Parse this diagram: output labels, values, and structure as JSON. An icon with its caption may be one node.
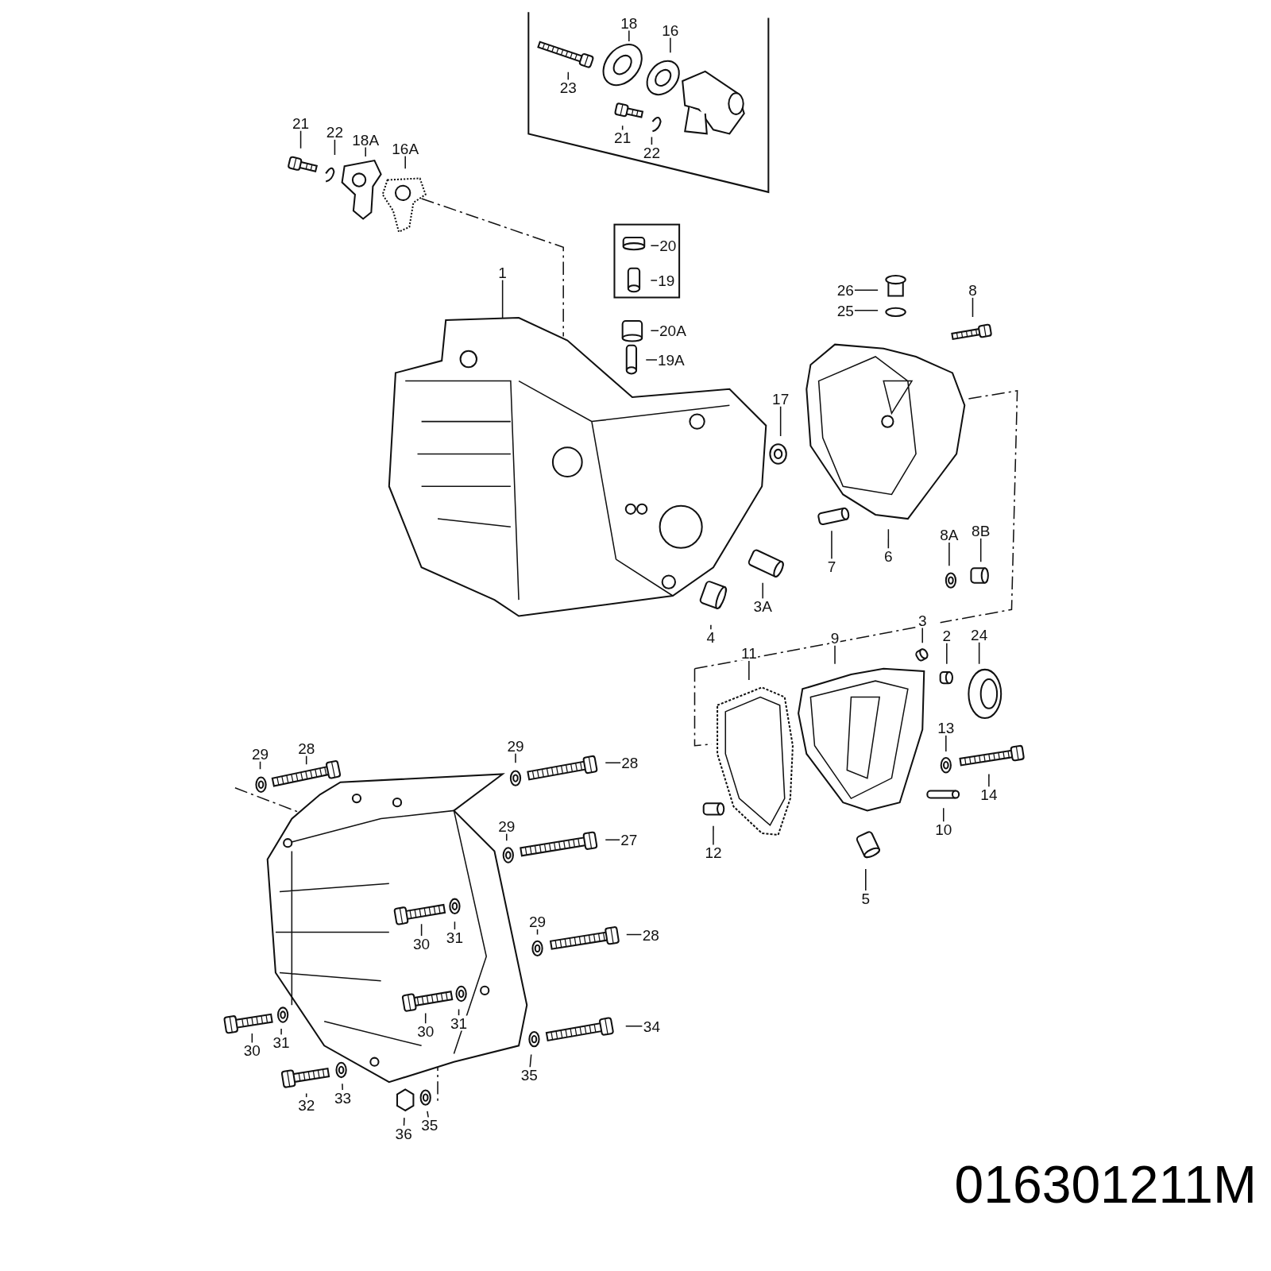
{
  "diagram": {
    "nodes": [
      {
        "text": [
          "18"
        ]
      },
      {
        "text": [
          "16"
        ]
      },
      {
        "text": [
          "23"
        ]
      },
      {
        "text": [
          "21"
        ]
      },
      {
        "text": [
          "22"
        ]
      },
      {
        "text": [
          "21"
        ]
      },
      {
        "text": [
          "22"
        ]
      },
      {
        "text": [
          "18A"
        ]
      },
      {
        "text": [
          "16A"
        ]
      },
      {
        "text": [
          "20"
        ]
      },
      {
        "text": [
          "19"
        ]
      },
      {
        "text": [
          "1"
        ]
      },
      {
        "text": [
          "20A"
        ]
      },
      {
        "text": [
          "19A"
        ]
      },
      {
        "text": [
          "26"
        ]
      },
      {
        "text": [
          "25"
        ]
      },
      {
        "text": [
          "8"
        ]
      },
      {
        "text": [
          "17"
        ]
      },
      {
        "text": [
          "7"
        ]
      },
      {
        "text": [
          "6"
        ]
      },
      {
        "text": [
          "8A"
        ]
      },
      {
        "text": [
          "8B"
        ]
      },
      {
        "text": [
          "3A"
        ]
      },
      {
        "text": [
          "4"
        ]
      },
      {
        "text": [
          "3"
        ]
      },
      {
        "text": [
          "2"
        ]
      },
      {
        "text": [
          "24"
        ]
      },
      {
        "text": [
          "11"
        ]
      },
      {
        "text": [
          "9"
        ]
      },
      {
        "text": [
          "13"
        ]
      },
      {
        "text": [
          "14"
        ]
      },
      {
        "text": [
          "10"
        ]
      },
      {
        "text": [
          "12"
        ]
      },
      {
        "text": [
          "5"
        ]
      },
      {
        "text": [
          "29"
        ]
      },
      {
        "text": [
          "28"
        ]
      },
      {
        "text": [
          "29"
        ]
      },
      {
        "text": [
          "28"
        ]
      },
      {
        "text": [
          "29"
        ]
      },
      {
        "text": [
          "27"
        ]
      },
      {
        "text": [
          "30"
        ]
      },
      {
        "text": [
          "31"
        ]
      },
      {
        "text": [
          "29"
        ]
      },
      {
        "text": [
          "28"
        ]
      },
      {
        "text": [
          "30"
        ]
      },
      {
        "text": [
          "31"
        ]
      },
      {
        "text": [
          "30"
        ]
      },
      {
        "text": [
          "31"
        ]
      },
      {
        "text": [
          "34"
        ]
      },
      {
        "text": [
          "35"
        ]
      },
      {
        "text": [
          "32"
        ]
      },
      {
        "text": [
          "33"
        ]
      },
      {
        "text": [
          "36"
        ]
      },
      {
        "text": [
          "35"
        ]
      }
    ],
    "edges": [
      {
        "from": 0,
        "to": null,
        "arrow": "none"
      },
      {
        "from": 1,
        "to": null,
        "arrow": "none"
      },
      {
        "from": 2,
        "to": null,
        "arrow": "none"
      },
      {
        "from": 3,
        "to": null,
        "arrow": "none"
      },
      {
        "from": 4,
        "to": null,
        "arrow": "none"
      },
      {
        "from": 5,
        "to": null,
        "arrow": "none"
      },
      {
        "from": 6,
        "to": null,
        "arrow": "none"
      },
      {
        "from": 7,
        "to": null,
        "arrow": "none"
      },
      {
        "from": 8,
        "to": null,
        "arrow": "none"
      },
      {
        "from": 9,
        "to": null,
        "arrow": "none"
      },
      {
        "from": 10,
        "to": null,
        "arrow": "none"
      },
      {
        "from": 11,
        "to": null,
        "arrow": "none"
      },
      {
        "from": 12,
        "to": null,
        "arrow": "none"
      },
      {
        "from": 13,
        "to": null,
        "arrow": "none"
      },
      {
        "from": 14,
        "to": null,
        "arrow": "none"
      },
      {
        "from": 15,
        "to": null,
        "arrow": "none"
      },
      {
        "from": 16,
        "to": null,
        "arrow": "none"
      },
      {
        "from": 17,
        "to": null,
        "arrow": "none"
      },
      {
        "from": 18,
        "to": null,
        "arrow": "none"
      },
      {
        "from": 19,
        "to": null,
        "arrow": "none"
      },
      {
        "from": 20,
        "to": null,
        "arrow": "none"
      },
      {
        "from": 21,
        "to": null,
        "arrow": "none"
      },
      {
        "from": 22,
        "to": null,
        "arrow": "none"
      },
      {
        "from": 23,
        "to": null,
        "arrow": "none"
      },
      {
        "from": 24,
        "to": null,
        "arrow": "none"
      },
      {
        "from": 25,
        "to": null,
        "arrow": "none"
      },
      {
        "from": 26,
        "to": null,
        "arrow": "none"
      },
      {
        "from": 27,
        "to": null,
        "arrow": "none"
      },
      {
        "from": 28,
        "to": null,
        "arrow": "none"
      },
      {
        "from": 29,
        "to": null,
        "arrow": "none"
      },
      {
        "from": 30,
        "to": null,
        "arrow": "none"
      },
      {
        "from": 31,
        "to": null,
        "arrow": "none"
      },
      {
        "from": 32,
        "to": null,
        "arrow": "none"
      },
      {
        "from": 33,
        "to": null,
        "arrow": "none"
      },
      {
        "from": 34,
        "to": null,
        "arrow": "none"
      },
      {
        "from": 35,
        "to": null,
        "arrow": "none"
      },
      {
        "from": 36,
        "to": null,
        "arrow": "none"
      },
      {
        "from": 37,
        "to": null,
        "arrow": "none"
      },
      {
        "from": 38,
        "to": null,
        "arrow": "none"
      },
      {
        "from": 39,
        "to": null,
        "arrow": "none"
      },
      {
        "from": 40,
        "to": null,
        "arrow": "none"
      },
      {
        "from": 41,
        "to": null,
        "arrow": "none"
      },
      {
        "from": 42,
        "to": null,
        "arrow": "none"
      },
      {
        "from": 43,
        "to": null,
        "arrow": "none"
      },
      {
        "from": 44,
        "to": null,
        "arrow": "none"
      },
      {
        "from": 45,
        "to": null,
        "arrow": "none"
      },
      {
        "from": 46,
        "to": null,
        "arrow": "none"
      },
      {
        "from": 47,
        "to": null,
        "arrow": "none"
      },
      {
        "from": 48,
        "to": null,
        "arrow": "none"
      },
      {
        "from": 49,
        "to": null,
        "arrow": "none"
      },
      {
        "from": 50,
        "to": null,
        "arrow": "none"
      },
      {
        "from": 51,
        "to": null,
        "arrow": "none"
      },
      {
        "from": 52,
        "to": null,
        "arrow": "none"
      },
      {
        "from": 53,
        "to": null,
        "arrow": "none"
      }
    ],
    "labels": [
      "016301211M"
    ]
  }
}
